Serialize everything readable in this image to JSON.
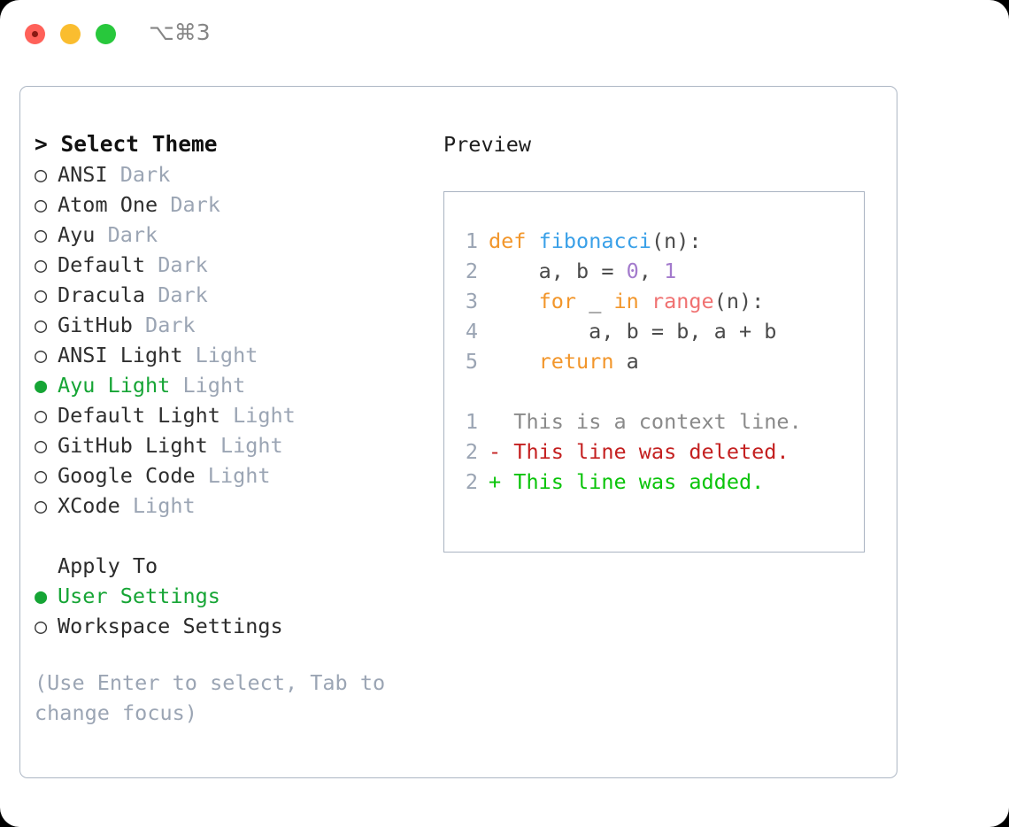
{
  "titlebar": {
    "shortcut": "⌥⌘3",
    "buttons": {
      "close": "close",
      "minimize": "minimize",
      "maximize": "maximize"
    }
  },
  "theme_picker": {
    "header": "> Select Theme",
    "items": [
      {
        "marker": "○",
        "name": "ANSI",
        "kind": "Dark",
        "selected": false
      },
      {
        "marker": "○",
        "name": "Atom One",
        "kind": "Dark",
        "selected": false
      },
      {
        "marker": "○",
        "name": "Ayu",
        "kind": "Dark",
        "selected": false
      },
      {
        "marker": "○",
        "name": "Default",
        "kind": "Dark",
        "selected": false
      },
      {
        "marker": "○",
        "name": "Dracula",
        "kind": "Dark",
        "selected": false
      },
      {
        "marker": "○",
        "name": "GitHub",
        "kind": "Dark",
        "selected": false
      },
      {
        "marker": "○",
        "name": "ANSI Light",
        "kind": "Light",
        "selected": false
      },
      {
        "marker": "●",
        "name": "Ayu Light",
        "kind": "Light",
        "selected": true
      },
      {
        "marker": "○",
        "name": "Default Light",
        "kind": "Light",
        "selected": false
      },
      {
        "marker": "○",
        "name": "GitHub Light",
        "kind": "Light",
        "selected": false
      },
      {
        "marker": "○",
        "name": "Google Code",
        "kind": "Light",
        "selected": false
      },
      {
        "marker": "○",
        "name": "XCode",
        "kind": "Light",
        "selected": false
      }
    ]
  },
  "apply_to": {
    "header": "Apply To",
    "items": [
      {
        "marker": "●",
        "name": "User Settings",
        "selected": true
      },
      {
        "marker": "○",
        "name": "Workspace Settings",
        "selected": false
      }
    ]
  },
  "hint": "(Use Enter to select, Tab to change focus)",
  "preview": {
    "header": "Preview",
    "code_lines": [
      {
        "no": "1",
        "tokens": [
          {
            "t": "def",
            "c": "kw"
          },
          {
            "t": " ",
            "c": "plain"
          },
          {
            "t": "fibonacci",
            "c": "fn"
          },
          {
            "t": "(n):",
            "c": "plain"
          }
        ]
      },
      {
        "no": "2",
        "tokens": [
          {
            "t": "    a, b = ",
            "c": "plain"
          },
          {
            "t": "0",
            "c": "num"
          },
          {
            "t": ", ",
            "c": "plain"
          },
          {
            "t": "1",
            "c": "num"
          }
        ]
      },
      {
        "no": "3",
        "tokens": [
          {
            "t": "    ",
            "c": "plain"
          },
          {
            "t": "for",
            "c": "kw"
          },
          {
            "t": " _ ",
            "c": "plain"
          },
          {
            "t": "in",
            "c": "kw"
          },
          {
            "t": " ",
            "c": "plain"
          },
          {
            "t": "range",
            "c": "bi"
          },
          {
            "t": "(n):",
            "c": "plain"
          }
        ]
      },
      {
        "no": "4",
        "tokens": [
          {
            "t": "        a, b = b, a + b",
            "c": "plain"
          }
        ]
      },
      {
        "no": "5",
        "tokens": [
          {
            "t": "    ",
            "c": "plain"
          },
          {
            "t": "return",
            "c": "kw"
          },
          {
            "t": " a",
            "c": "plain"
          }
        ]
      }
    ],
    "diff_lines": [
      {
        "no": "1",
        "sign": " ",
        "text": " This is a context line.",
        "cls": "ctx"
      },
      {
        "no": "2",
        "sign": "-",
        "text": " This line was deleted.",
        "cls": "del"
      },
      {
        "no": "2",
        "sign": "+",
        "text": " This line was added.",
        "cls": "add"
      }
    ]
  },
  "colors": {
    "accent_green": "#16a535",
    "muted": "#9ba5b4",
    "keyword": "#f2962b",
    "function": "#3aa0e8",
    "number": "#a37acc",
    "builtin": "#f07171",
    "diff_add": "#0ac40a",
    "diff_del": "#c42020",
    "border": "#a9b3c1"
  }
}
